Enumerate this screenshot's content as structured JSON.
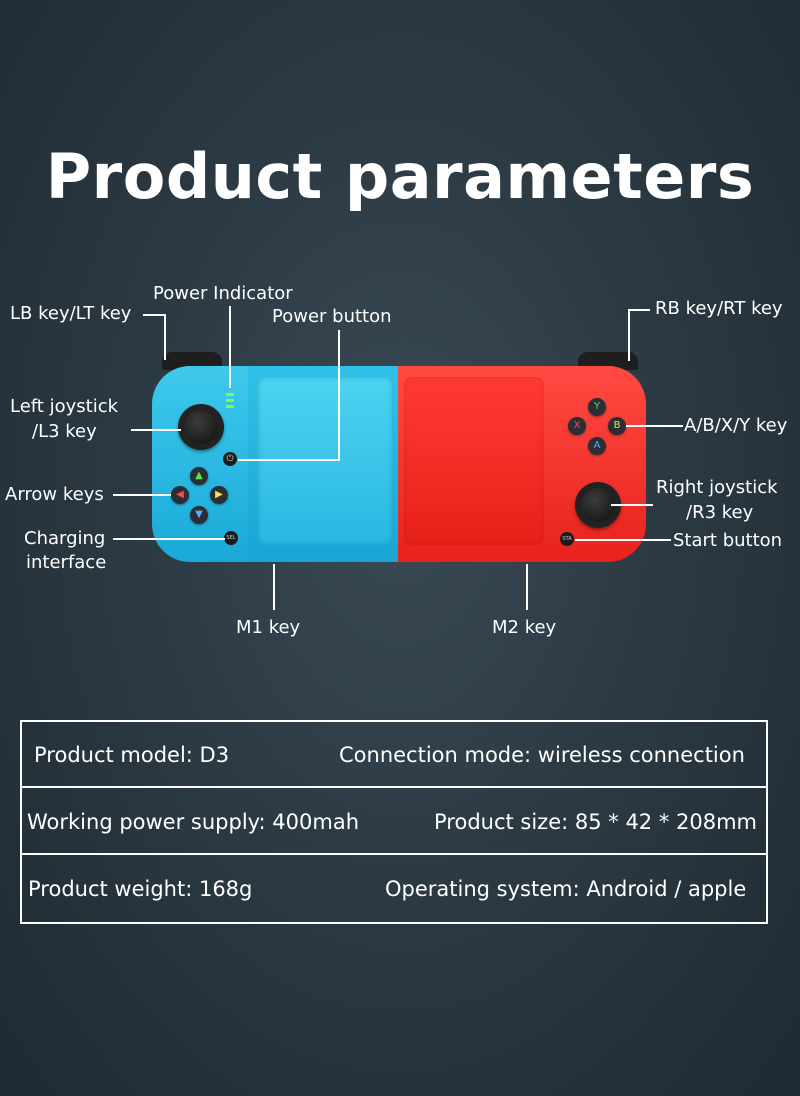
{
  "title": "Product parameters",
  "labels": {
    "lb_lt": "LB key/LT key",
    "power_indicator": "Power Indicator",
    "power_button": "Power button",
    "rb_rt": "RB key/RT key",
    "left_joystick_1": "Left joystick",
    "left_joystick_2": "/L3 key",
    "abxy": "A/B/X/Y key",
    "arrow_keys": "Arrow keys",
    "right_joystick_1": "Right joystick",
    "right_joystick_2": "/R3 key",
    "charging_1": "Charging",
    "charging_2": "interface",
    "start_button": "Start button",
    "m1": "M1 key",
    "m2": "M2 key"
  },
  "buttons": {
    "a": "A",
    "b": "B",
    "x": "X",
    "y": "Y",
    "sel": "SEL",
    "sta": "STA"
  },
  "specs": [
    {
      "left": "Product model:  D3",
      "right": "Connection mode: wireless connection"
    },
    {
      "left": "Working power supply: 400mah",
      "right": "Product size: 85 * 42 * 208mm"
    },
    {
      "left": "Product weight: 168g",
      "right": "Operating system: Android / apple"
    }
  ],
  "colors": {
    "left_grip": "#1aa9d8",
    "right_grip": "#e8221c",
    "led": "#7dff4e"
  }
}
